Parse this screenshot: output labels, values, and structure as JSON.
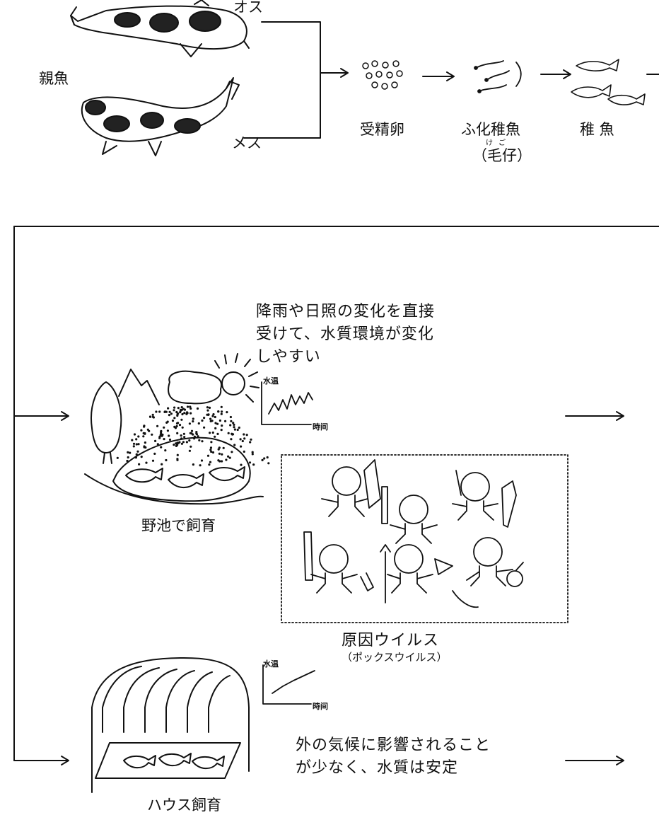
{
  "top_section": {
    "parent_fish_label": "親魚",
    "male_label": "オス",
    "female_label": "メス",
    "stages": [
      {
        "label": "受精卵"
      },
      {
        "label": "ふ化稚魚",
        "sub": "（毛仔）",
        "ruby": "けご"
      },
      {
        "label": "稚 魚"
      }
    ]
  },
  "box_section": {
    "wild_pond": {
      "note": [
        "降雨や日照の変化を直接",
        "受けて、水質環境が変化",
        "しやすい"
      ],
      "graph_ylabel": "水温",
      "graph_xlabel": "時间",
      "label": "野池で飼育"
    },
    "virus": {
      "label": "原因ウイルス",
      "sub": "（ポックスウイルス）"
    },
    "house": {
      "graph_ylabel": "水温",
      "graph_xlabel": "時间",
      "note": [
        "外の気候に影響されること",
        "が少なく、水質は安定"
      ],
      "label": "ハウス飼育"
    }
  },
  "colors": {
    "ink": "#111111",
    "paper": "#ffffff"
  }
}
